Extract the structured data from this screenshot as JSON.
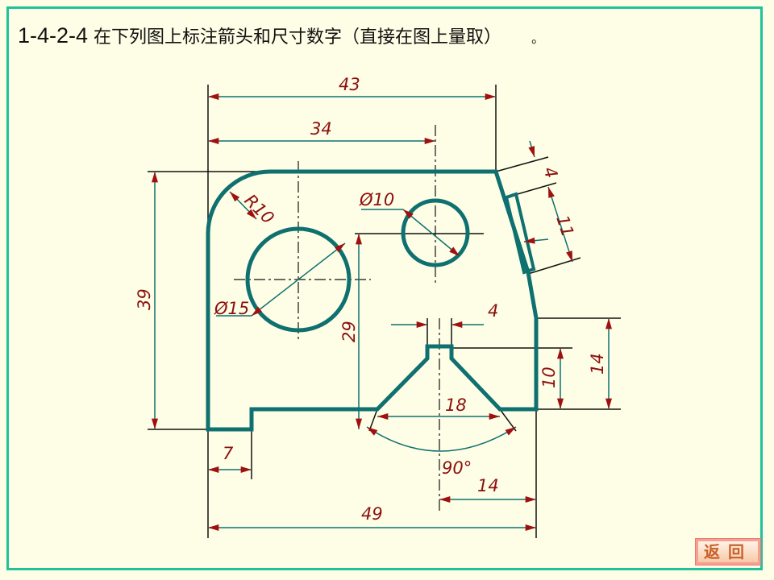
{
  "title": {
    "number": "1-4-2-4",
    "text": "在下列图上标注箭头和尺寸数字（直接在图上量取）",
    "end_mark": "。"
  },
  "drawing": {
    "dimensions": {
      "d43": "43",
      "d34": "34",
      "d39": "39",
      "d29": "29",
      "d7": "7",
      "d49": "49",
      "d14_bottom": "14",
      "d18": "18",
      "d4_top": "4",
      "d10": "10",
      "d14_right": "14",
      "d4_slant": "4",
      "d11": "11",
      "r10": "R10",
      "phi10": "Ø10",
      "phi15": "Ø15",
      "angle": "90°"
    },
    "colors": {
      "outline": "#0f7070",
      "dimension": "#0f7070",
      "arrow": "#a01010",
      "text": "#8b1010"
    }
  },
  "back_button": {
    "label": "返回"
  }
}
